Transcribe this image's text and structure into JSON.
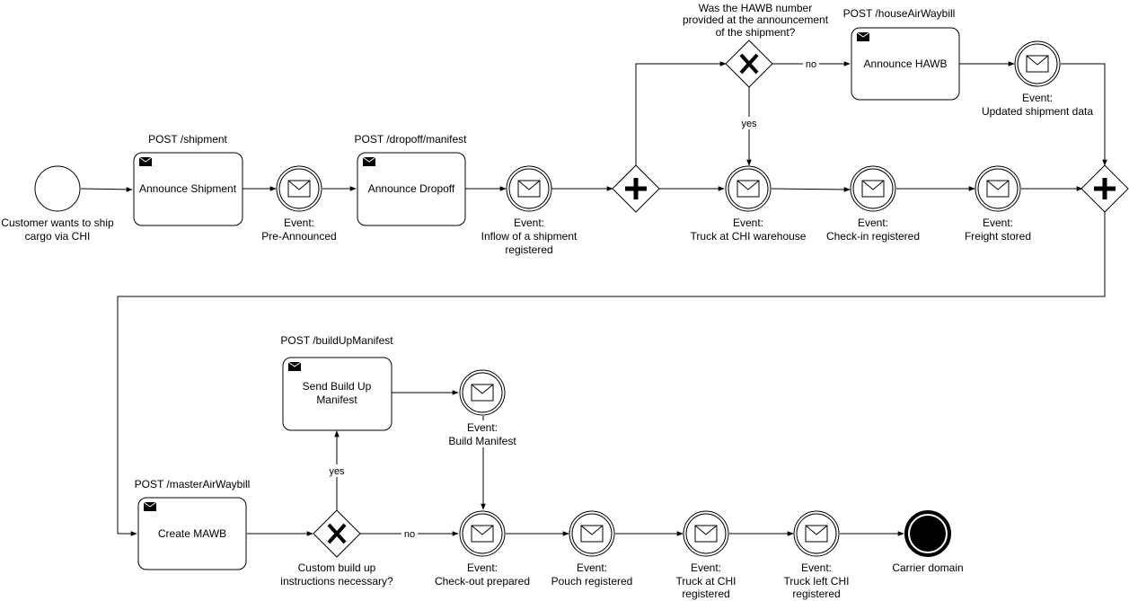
{
  "diagram": {
    "start_event": {
      "label_1": "Customer wants to ship",
      "label_2": "cargo via CHI"
    },
    "task_announce_shipment": {
      "label": "Announce Shipment",
      "endpoint": "POST /shipment"
    },
    "event_pre_announced": {
      "label_1": "Event:",
      "label_2": "Pre-Announced"
    },
    "task_announce_dropoff": {
      "label": "Announce Dropoff",
      "endpoint": "POST /dropoff/manifest"
    },
    "event_inflow": {
      "label_1": "Event:",
      "label_2": "Inflow of a shipment",
      "label_3": "registered"
    },
    "gateway_hawb": {
      "label_1": "Was the HAWB number",
      "label_2": "provided at the announcement",
      "label_3": "of the shipment?"
    },
    "edge_hawb_no": "no",
    "edge_hawb_yes": "yes",
    "task_announce_hawb": {
      "label": "Announce HAWB",
      "endpoint": "POST /houseAirWaybill"
    },
    "event_updated_shipment": {
      "label_1": "Event:",
      "label_2": "Updated shipment data"
    },
    "event_truck_warehouse": {
      "label_1": "Event:",
      "label_2": "Truck at CHI warehouse"
    },
    "event_checkin": {
      "label_1": "Event:",
      "label_2": "Check-in registered"
    },
    "event_freight_stored": {
      "label_1": "Event:",
      "label_2": "Freight stored"
    },
    "task_send_buildup": {
      "label_1": "Send Build Up",
      "label_2": "Manifest",
      "endpoint": "POST /buildUpManifest"
    },
    "event_build_manifest": {
      "label_1": "Event:",
      "label_2": "Build Manifest"
    },
    "task_create_mawb": {
      "label": "Create MAWB",
      "endpoint": "POST /masterAirWaybill"
    },
    "gateway_custom": {
      "label_1": "Custom build up",
      "label_2": "instructions necessary?"
    },
    "edge_custom_yes": "yes",
    "edge_custom_no": "no",
    "event_checkout": {
      "label_1": "Event:",
      "label_2": "Check-out prepared"
    },
    "event_pouch": {
      "label_1": "Event:",
      "label_2": "Pouch registered"
    },
    "event_truck_at_chi": {
      "label_1": "Event:",
      "label_2": "Truck at CHI",
      "label_3": "registered"
    },
    "event_truck_left": {
      "label_1": "Event:",
      "label_2": "Truck left CHI",
      "label_3": "registered"
    },
    "end_event": {
      "label": "Carrier domain"
    }
  }
}
